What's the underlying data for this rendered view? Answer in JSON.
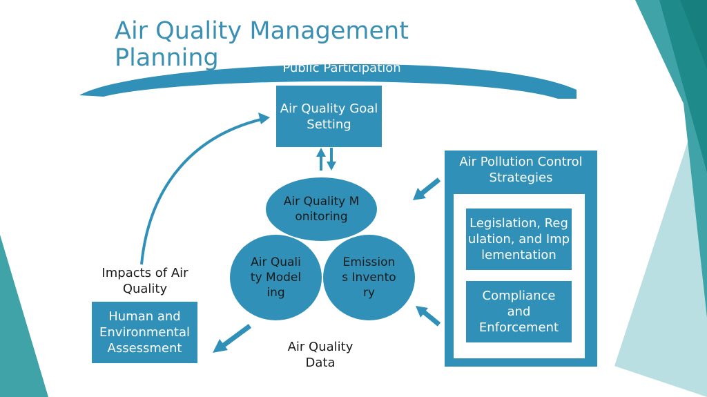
{
  "slide": {
    "title": "Air Quality Management Planning",
    "public_participation": "Public Participation",
    "goal_setting": "Air Quality Goal Setting",
    "monitoring": "Air Quality Monitoring",
    "modeling": "Air Quality Modeling",
    "emissions_inventory": "Emissions Inventory",
    "air_quality_data": "Air Quality Data",
    "impacts": "Impacts of Air Quality",
    "assessment": "Human and Environmental Assessment",
    "control_strategies": "Air Pollution Control Strategies",
    "legislation": "Legislation, Regulation, and Implementation",
    "compliance": "Compliance and Enforcement"
  },
  "colors": {
    "accent": "#3090b8",
    "title": "#3a8fb5",
    "teal_dark": "#1f8a8a",
    "teal_mid": "#3fa3a8",
    "teal_light": "#b9dfe2"
  }
}
